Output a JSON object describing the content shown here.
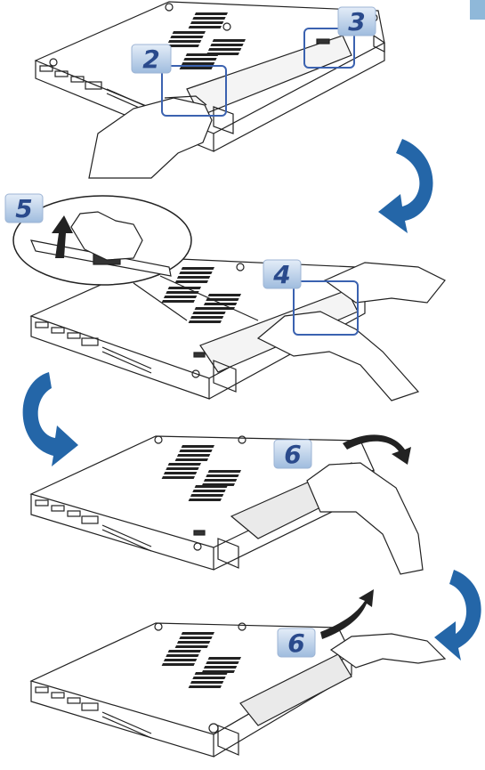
{
  "steps": [
    {
      "badge": "2"
    },
    {
      "badge": "3"
    },
    {
      "badge": "4"
    },
    {
      "badge": "5"
    },
    {
      "badge": "6"
    },
    {
      "badge": "6"
    }
  ],
  "colors": {
    "badge_fill": "#b9cfe8",
    "badge_text": "#2a4a8c",
    "arrow": "#2466a8",
    "highlight_box": "#3b62b0",
    "line": "#222222",
    "sidebar_tab": "#8fb8d9"
  }
}
